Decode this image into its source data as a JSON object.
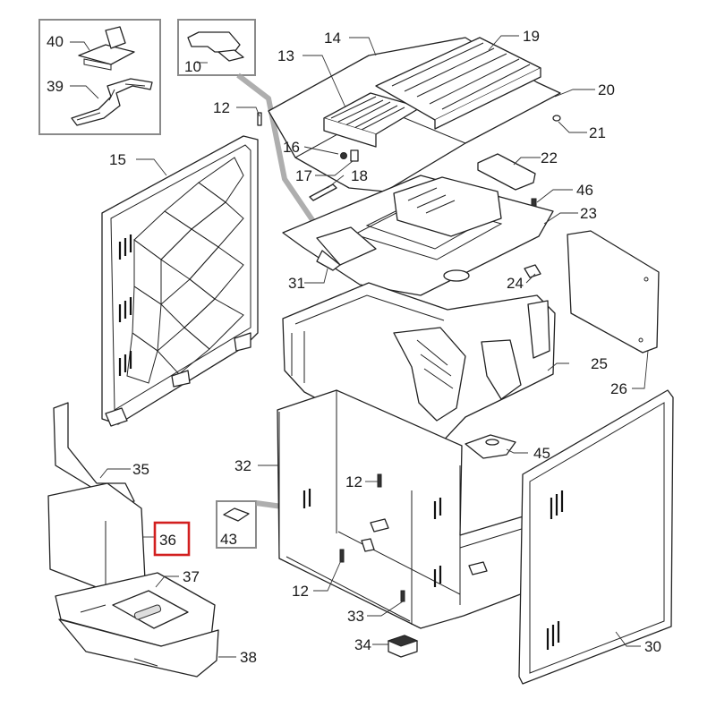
{
  "colors": {
    "line": "#222222",
    "inset_border": "#8a8a8a",
    "highlight": "#d21f1f",
    "callout_path": "#a0a0a0"
  },
  "highlighted_label": "36",
  "labels": {
    "p10": "10",
    "p12a": "12",
    "p12b": "12",
    "p12c": "12",
    "p13": "13",
    "p14": "14",
    "p15": "15",
    "p16": "16",
    "p17": "17",
    "p18": "18",
    "p19": "19",
    "p20": "20",
    "p21": "21",
    "p22": "22",
    "p23": "23",
    "p24": "24",
    "p25": "25",
    "p26": "26",
    "p30": "30",
    "p31": "31",
    "p32": "32",
    "p33": "33",
    "p34": "34",
    "p35": "35",
    "p36": "36",
    "p37": "37",
    "p38": "38",
    "p39": "39",
    "p40": "40",
    "p43": "43",
    "p45": "45",
    "p46": "46"
  }
}
